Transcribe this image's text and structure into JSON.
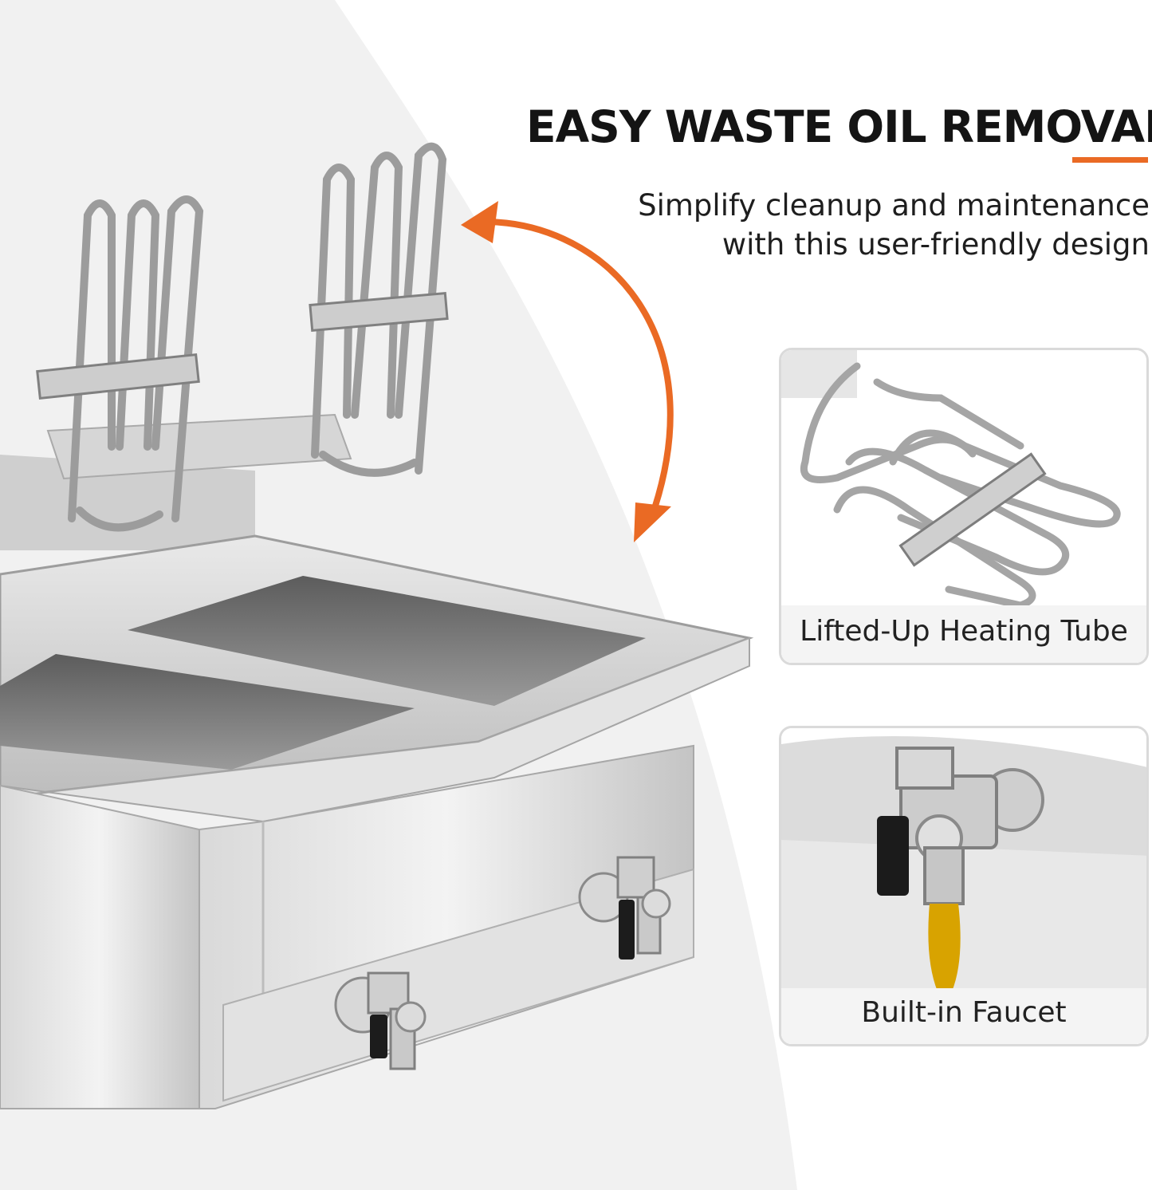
{
  "headline": "EASY WASTE OIL REMOVAL",
  "subtitle": {
    "line1": "Simplify cleanup and maintenance",
    "line2": "with this user-friendly design"
  },
  "cards": [
    {
      "caption": "Lifted-Up Heating Tube",
      "icon": "heating-tube-photo"
    },
    {
      "caption": "Built-in Faucet",
      "icon": "faucet-photo"
    }
  ],
  "colors": {
    "accent": "#ea6a24",
    "text": "#141414",
    "card_border": "#dadada",
    "oil": "#d8a300"
  }
}
